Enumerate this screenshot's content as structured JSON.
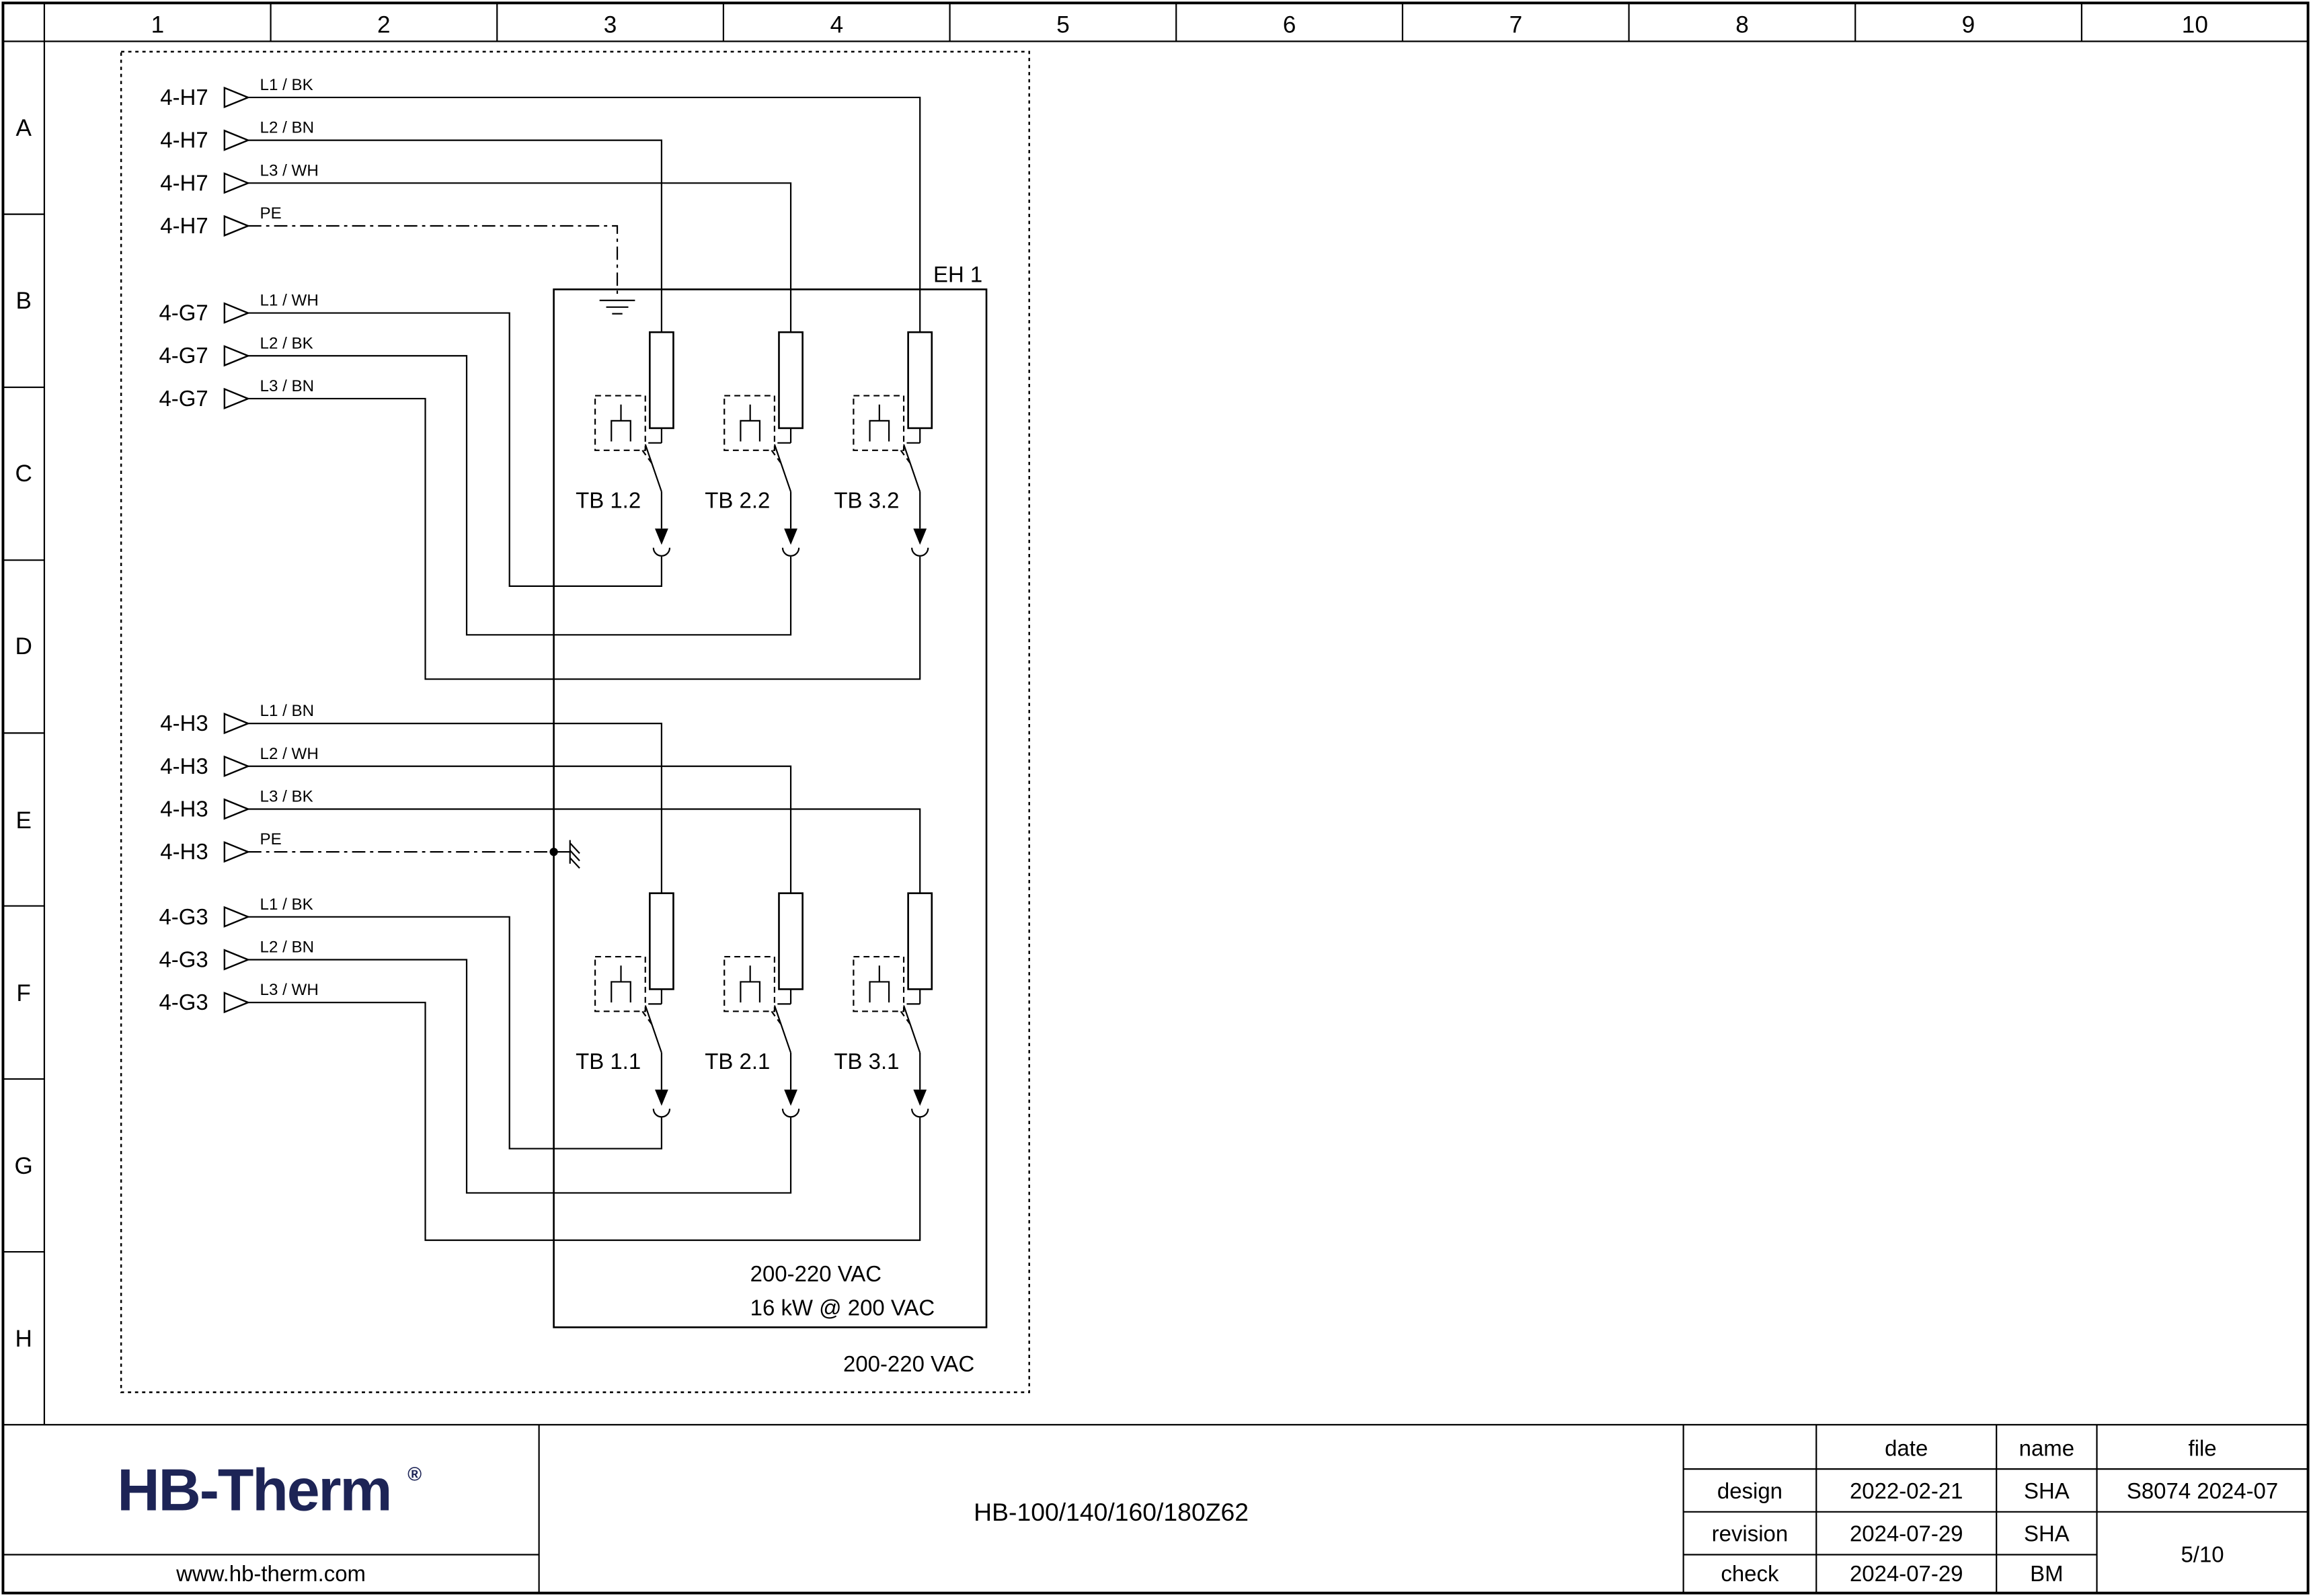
{
  "colors": {
    "line": "#000000",
    "logo_navy": "#1d2456",
    "paper": "#ffffff"
  },
  "rulers": {
    "cols": [
      "1",
      "2",
      "3",
      "4",
      "5",
      "6",
      "7",
      "8",
      "9",
      "10"
    ],
    "rows": [
      "A",
      "B",
      "C",
      "D",
      "E",
      "F",
      "G",
      "H"
    ]
  },
  "conn": {
    "h7": [
      {
        "tag": "4-H7",
        "wire": "L1 / BK"
      },
      {
        "tag": "4-H7",
        "wire": "L2 / BN"
      },
      {
        "tag": "4-H7",
        "wire": "L3 / WH"
      },
      {
        "tag": "4-H7",
        "wire": "PE"
      }
    ],
    "g7": [
      {
        "tag": "4-G7",
        "wire": "L1 / WH"
      },
      {
        "tag": "4-G7",
        "wire": "L2 / BK"
      },
      {
        "tag": "4-G7",
        "wire": "L3 / BN"
      }
    ],
    "h3": [
      {
        "tag": "4-H3",
        "wire": "L1 / BN"
      },
      {
        "tag": "4-H3",
        "wire": "L2 / WH"
      },
      {
        "tag": "4-H3",
        "wire": "L3 / BK"
      },
      {
        "tag": "4-H3",
        "wire": "PE"
      }
    ],
    "g3": [
      {
        "tag": "4-G3",
        "wire": "L1 / BK"
      },
      {
        "tag": "4-G3",
        "wire": "L2 / BN"
      },
      {
        "tag": "4-G3",
        "wire": "L3 / WH"
      }
    ]
  },
  "sch": {
    "eh1": "EH 1",
    "tb": [
      "TB 1.2",
      "TB 2.2",
      "TB 3.2",
      "TB 1.1",
      "TB 2.1",
      "TB 3.1"
    ],
    "ratings": {
      "inside1": "200-220 VAC",
      "inside2": "16 kW @ 200 VAC",
      "outside": "200-220 VAC"
    }
  },
  "titleblock": {
    "logo": "HB-Therm",
    "logo_reg": "®",
    "website": "www.hb-therm.com",
    "model": "HB-100/140/160/180Z62",
    "headers": {
      "date": "date",
      "name": "name",
      "file": "file"
    },
    "rows": [
      {
        "label": "design",
        "date": "2022-02-21",
        "name": "SHA"
      },
      {
        "label": "revision",
        "date": "2024-07-29",
        "name": "SHA"
      },
      {
        "label": "check",
        "date": "2024-07-29",
        "name": "BM"
      }
    ],
    "file_no": "S8074 2024-07",
    "page": "5/10"
  }
}
